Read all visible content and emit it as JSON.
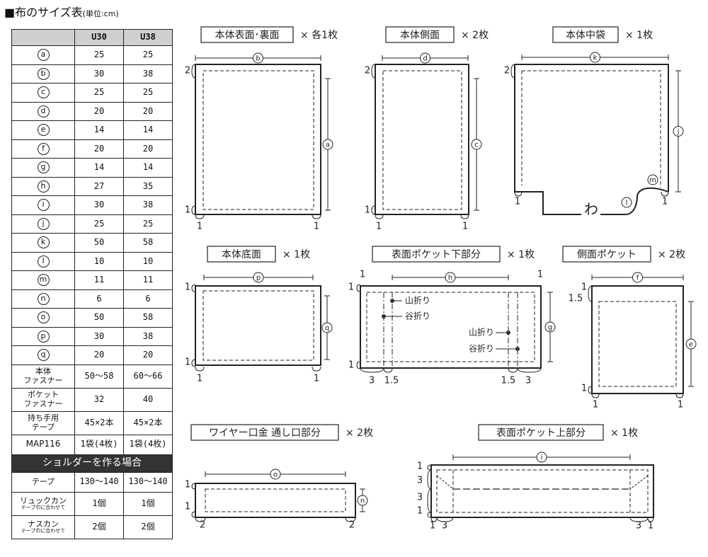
{
  "title": {
    "main": "布のサイズ表",
    "unit": "(単位:cm)"
  },
  "table": {
    "headers": [
      "",
      "U30",
      "U38"
    ],
    "rows": [
      {
        "key": "a",
        "v1": "25",
        "v2": "25"
      },
      {
        "key": "b",
        "v1": "30",
        "v2": "38"
      },
      {
        "key": "c",
        "v1": "25",
        "v2": "25"
      },
      {
        "key": "d",
        "v1": "20",
        "v2": "20"
      },
      {
        "key": "e",
        "v1": "14",
        "v2": "14"
      },
      {
        "key": "f",
        "v1": "20",
        "v2": "20"
      },
      {
        "key": "g",
        "v1": "14",
        "v2": "14"
      },
      {
        "key": "h",
        "v1": "27",
        "v2": "35"
      },
      {
        "key": "i",
        "v1": "30",
        "v2": "38"
      },
      {
        "key": "j",
        "v1": "25",
        "v2": "25"
      },
      {
        "key": "k",
        "v1": "50",
        "v2": "58"
      },
      {
        "key": "l",
        "v1": "10",
        "v2": "10"
      },
      {
        "key": "m",
        "v1": "11",
        "v2": "11"
      },
      {
        "key": "n",
        "v1": "6",
        "v2": "6"
      },
      {
        "key": "o",
        "v1": "50",
        "v2": "58"
      },
      {
        "key": "p",
        "v1": "30",
        "v2": "38"
      },
      {
        "key": "q",
        "v1": "20",
        "v2": "20"
      }
    ],
    "extra": [
      {
        "k1": "本体",
        "k2": "ファスナー",
        "v1": "50〜58",
        "v2": "60〜66"
      },
      {
        "k1": "ポケット",
        "k2": "ファスナー",
        "v1": "32",
        "v2": "40"
      },
      {
        "k1": "持ち手用",
        "k2": "テープ",
        "v1": "45×2本",
        "v2": "45×2本"
      }
    ],
    "map": {
      "key": "MAP116",
      "v1": "1袋(4枚)",
      "v2": "1袋(4枚)"
    },
    "shoulder_header": "ショルダーを作る場合",
    "shoulder_rows": [
      {
        "k1": "テープ",
        "k2": "",
        "v1": "130〜140",
        "v2": "130〜140"
      },
      {
        "k1": "リュックカン",
        "k2": "テープ巾に合わせて",
        "v1": "1個",
        "v2": "1個"
      },
      {
        "k1": "ナスカン",
        "k2": "テープ巾に合わせて",
        "v1": "2個",
        "v2": "2個"
      }
    ]
  },
  "pieces": [
    {
      "label": "本体表面･裏面",
      "count": "× 各1枚"
    },
    {
      "label": "本体側面",
      "count": "× 2枚"
    },
    {
      "label": "本体中袋",
      "count": "× 1枚"
    },
    {
      "label": "本体底面",
      "count": "× 1枚"
    },
    {
      "label": "表面ポケット下部分",
      "count": "× 1枚"
    },
    {
      "label": "側面ポケット",
      "count": "× 2枚"
    },
    {
      "label": "ワイヤー口金 通し口部分",
      "count": "× 2枚"
    },
    {
      "label": "表面ポケット上部分",
      "count": "× 1枚"
    }
  ],
  "dims": {
    "p1": {
      "top": "b",
      "right": "a",
      "tl": "2",
      "bl": "1",
      "b1": "1",
      "b2": "1"
    },
    "p2": {
      "top": "d",
      "right": "c",
      "tl": "2",
      "bl": "1",
      "b1": "1",
      "b2": "1"
    },
    "p3": {
      "top": "k",
      "right": "j",
      "tl": "2",
      "notch1": "l",
      "notch2": "m",
      "fold": "わ",
      "bl": "1",
      "br": "1"
    },
    "p4": {
      "top": "p",
      "right": "q",
      "tl": "1",
      "bl": "1",
      "b1": "1",
      "b2": "1"
    },
    "p5": {
      "top": "h",
      "right": "g",
      "t1": "1",
      "t2": "1",
      "tl": "1",
      "bl": "1",
      "b1": "3",
      "b2": "1.5",
      "b3": "1.5",
      "b4": "3",
      "m1": "山折り",
      "v1": "谷折り",
      "m2": "山折り",
      "v2": "谷折り"
    },
    "p6": {
      "top": "f",
      "right": "e",
      "tl1": "1",
      "tl2": "1.5",
      "bl": "1",
      "b1": "1",
      "b2": "1"
    },
    "p7": {
      "top": "o",
      "right": "n",
      "tl": "1",
      "bl": "1",
      "b1": "2",
      "b2": "2"
    },
    "p8": {
      "top": "i",
      "l1": "1",
      "l2": "3",
      "l3": "3",
      "l4": "1",
      "b1": "1",
      "b2": "3",
      "b3": "3",
      "b4": "1"
    }
  }
}
